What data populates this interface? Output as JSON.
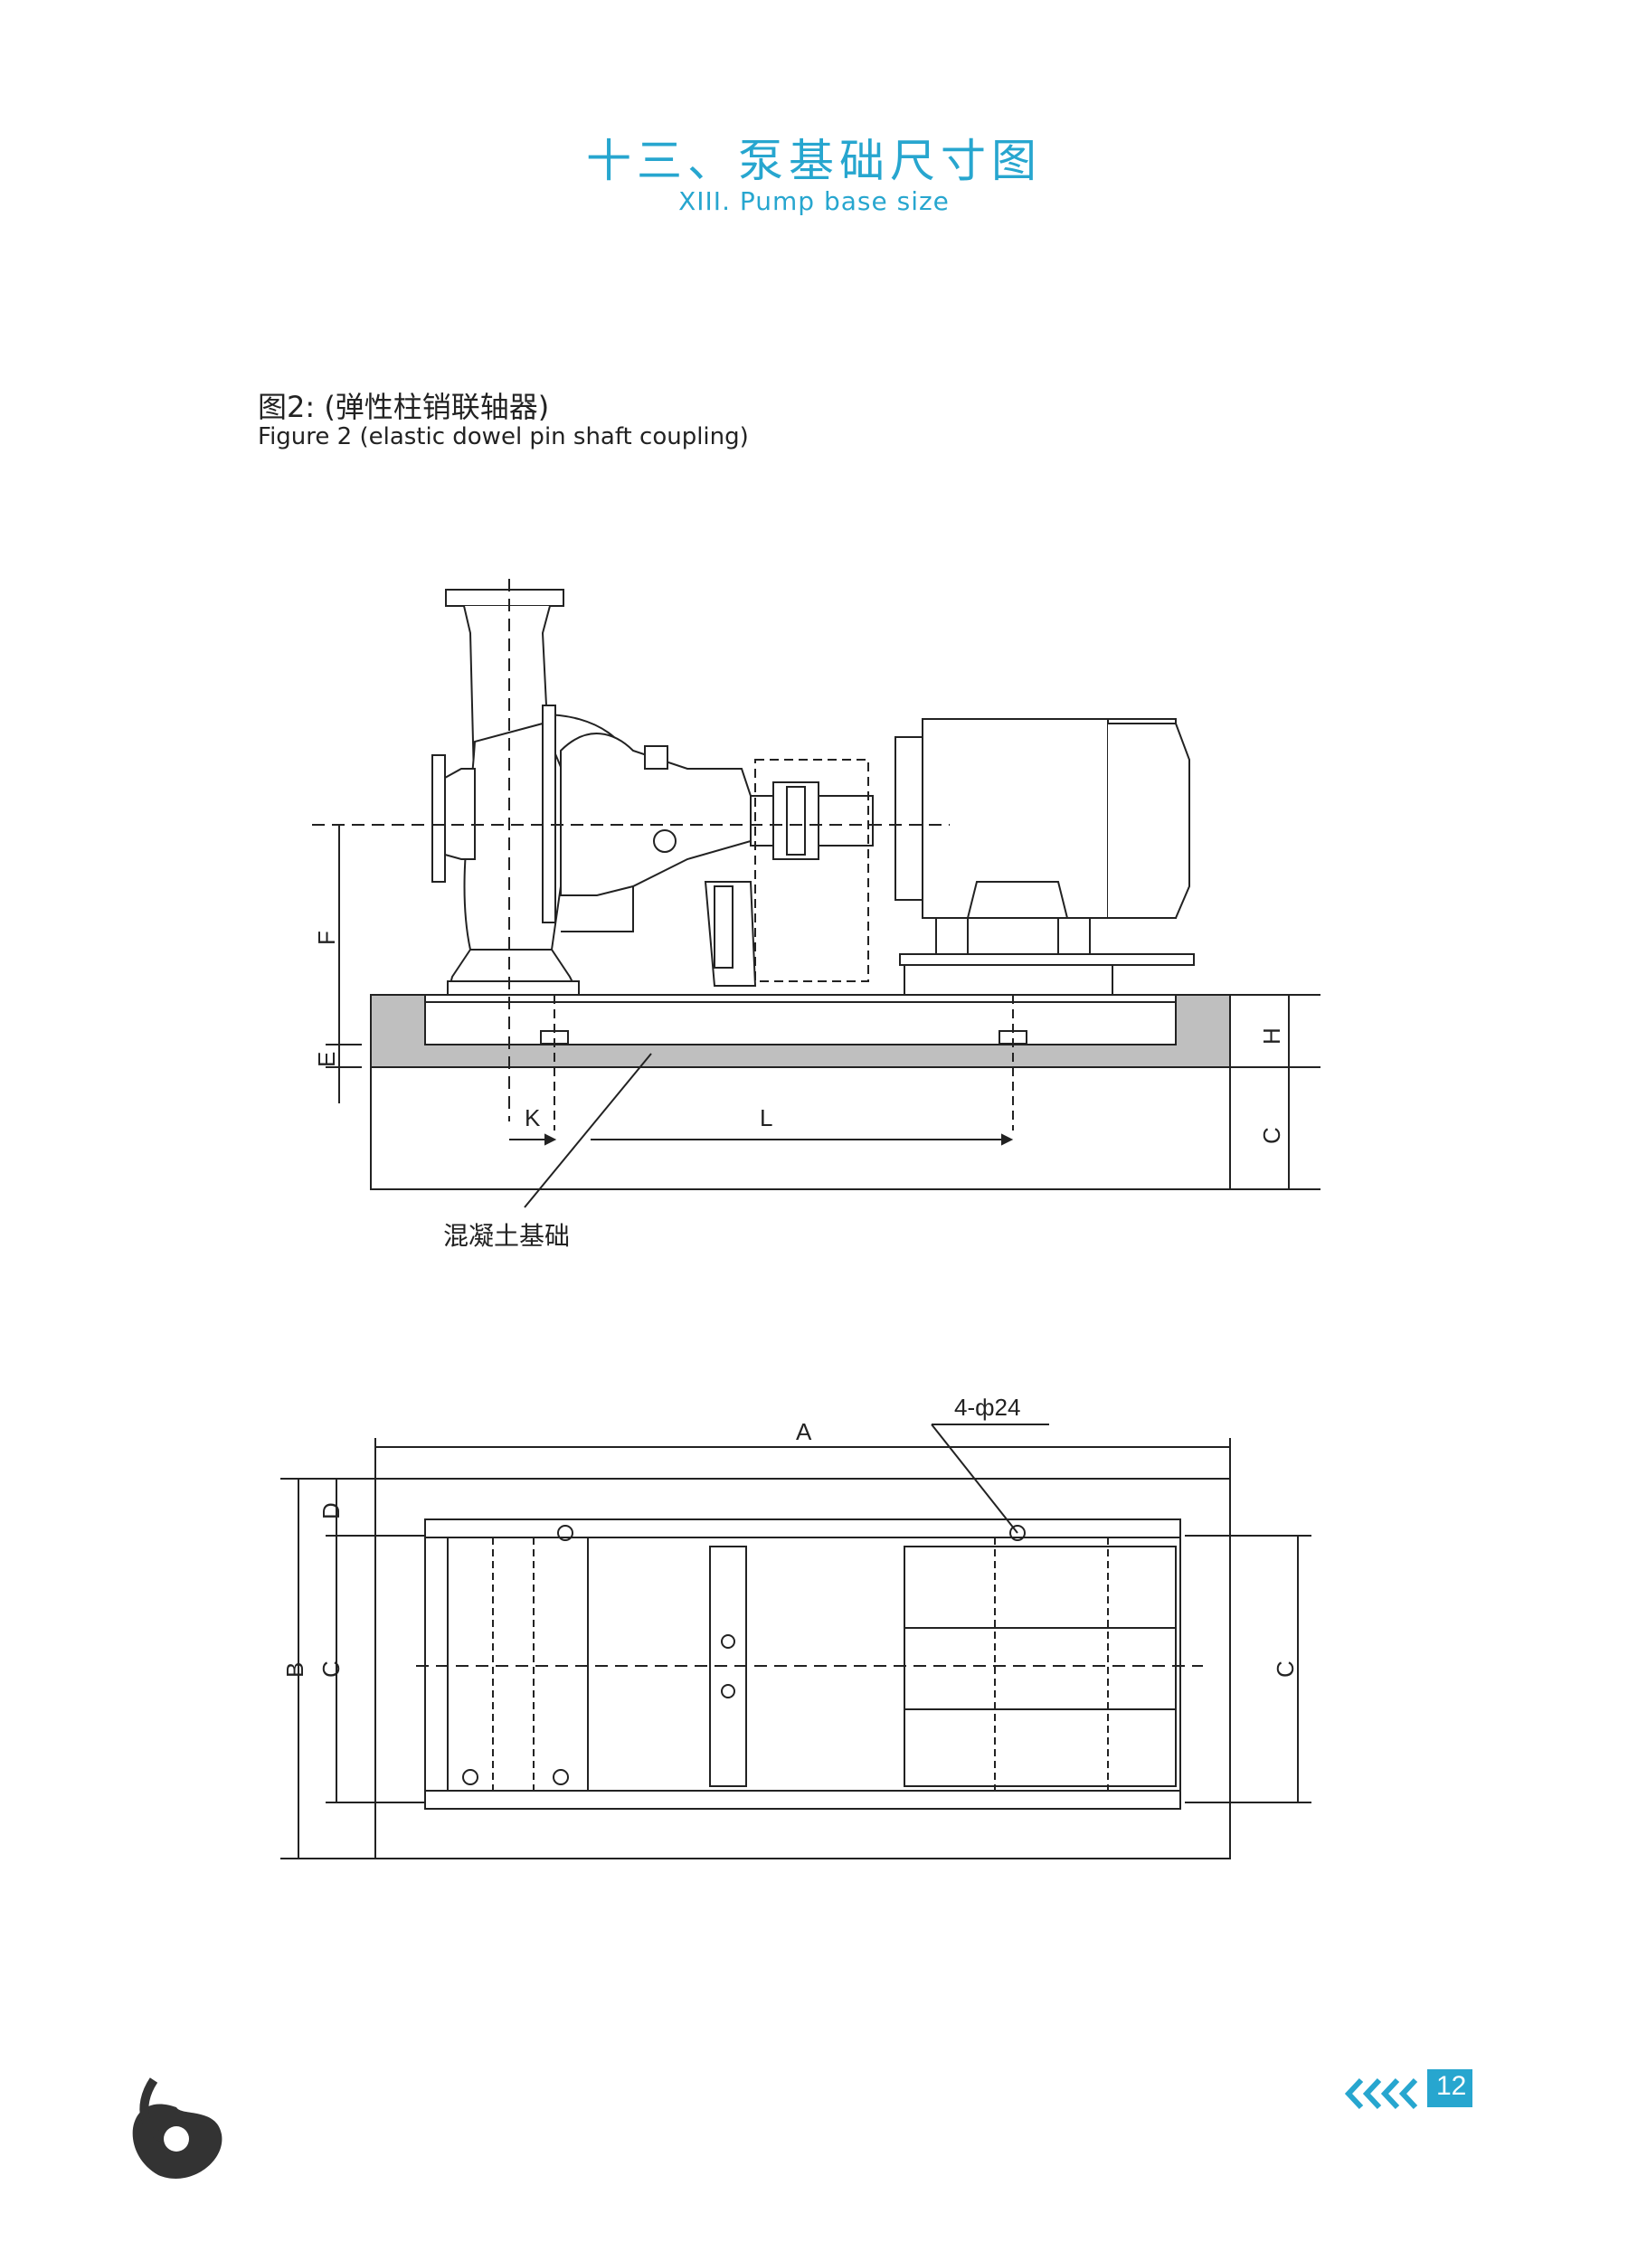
{
  "header": {
    "title_cn": "十三、泵基础尺寸图",
    "title_en": "XIII. Pump base size"
  },
  "figure": {
    "caption_cn": "图2: (弹性柱销联轴器)",
    "caption_en": "Figure 2 (elastic dowel pin shaft coupling)"
  },
  "side_view": {
    "labels": {
      "F": "F",
      "E": "E",
      "H": "H",
      "C": "C",
      "K": "K",
      "L": "L"
    },
    "concrete_label": "混凝土基础"
  },
  "top_view": {
    "labels": {
      "A": "A",
      "B": "B",
      "C_left": "C",
      "C_right": "C",
      "D": "D"
    },
    "hole_label": "4-ф24"
  },
  "footer": {
    "page_number": "12"
  },
  "colors": {
    "accent": "#27a6cf",
    "concrete": "#bfbfbf",
    "line": "#222222"
  }
}
